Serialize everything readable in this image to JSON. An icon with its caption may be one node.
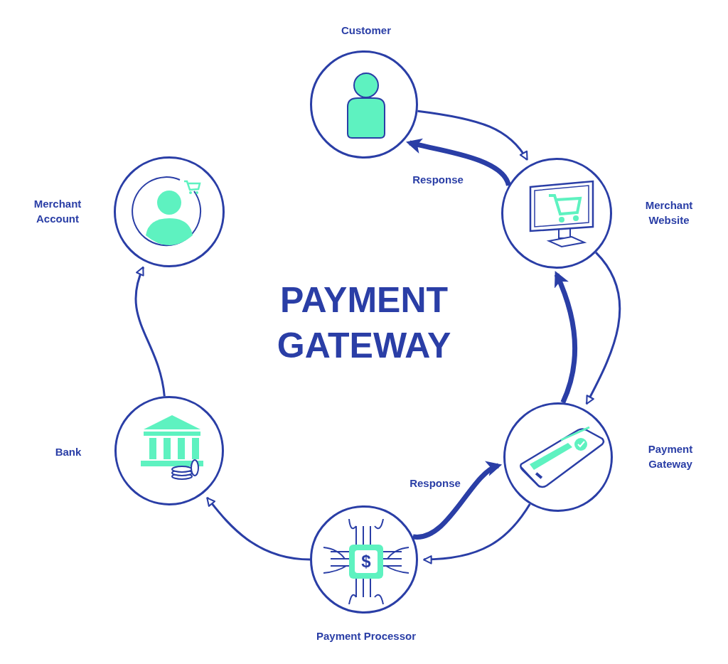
{
  "diagram": {
    "title": "PAYMENT GATEWAY",
    "nodes": [
      {
        "text": [
          "Customer"
        ]
      },
      {
        "text": [
          "Merchant Website"
        ]
      },
      {
        "text": [
          "Payment Gateway"
        ]
      },
      {
        "text": [
          "Payment Processor"
        ]
      },
      {
        "text": [
          "Bank"
        ]
      },
      {
        "text": [
          "Merchant Account"
        ]
      }
    ],
    "edges": [
      {
        "from": 0,
        "to": 1,
        "arrow": "to"
      },
      {
        "from": 1,
        "to": 2,
        "arrow": "to"
      },
      {
        "from": 2,
        "to": 3,
        "arrow": "to"
      },
      {
        "from": 3,
        "to": 4,
        "arrow": "to"
      },
      {
        "from": 4,
        "to": 5,
        "arrow": "to"
      },
      {
        "from": 1,
        "to": 0,
        "arrow": "to",
        "label": "Response",
        "style": "thick"
      },
      {
        "from": 2,
        "to": 1,
        "arrow": "to",
        "style": "thick"
      },
      {
        "from": 3,
        "to": 2,
        "arrow": "to",
        "label": "Response",
        "style": "thick"
      }
    ],
    "labels": [
      "$"
    ]
  }
}
